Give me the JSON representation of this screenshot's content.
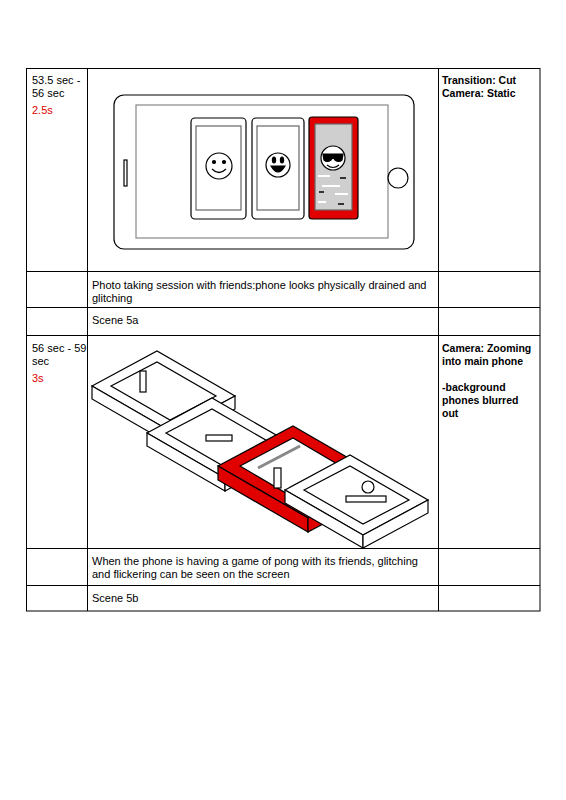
{
  "diagram": {
    "labels": [
      "53.5 sec - 56 sec",
      "2.5s",
      "Transition: Cut",
      "Camera: Static",
      "Photo taking session with friends:phone looks physically drained and glitching",
      "Scene 5a",
      "56 sec - 59 sec",
      "3s",
      "Camera: Zooming into main phone",
      "-background phones blurred out",
      "When the phone is having a game of pong with its friends, glitching and flickering can be seen on the screen",
      "Scene 5b"
    ]
  }
}
